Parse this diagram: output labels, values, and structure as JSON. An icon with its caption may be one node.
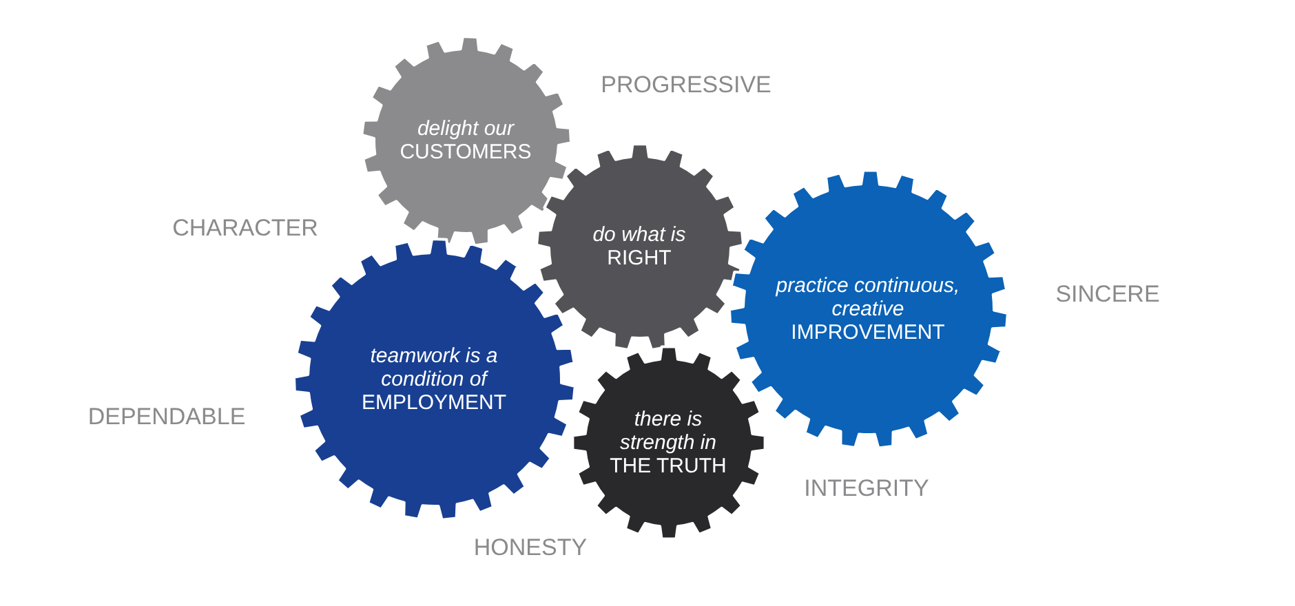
{
  "diagram": {
    "nodes": [
      {
        "text": [
          "delight our",
          "CUSTOMERS"
        ]
      },
      {
        "text": [
          "do what is",
          "RIGHT"
        ]
      },
      {
        "text": [
          "practice continuous, creative",
          "IMPROVEMENT"
        ]
      },
      {
        "text": [
          "teamwork is a condition of",
          "EMPLOYMENT"
        ]
      },
      {
        "text": [
          "there is strength in",
          "THE TRUTH"
        ]
      }
    ],
    "labels": [
      "PROGRESSIVE",
      "CHARACTER",
      "SINCERE",
      "DEPENDABLE",
      "INTEGRITY",
      "HONESTY"
    ]
  }
}
